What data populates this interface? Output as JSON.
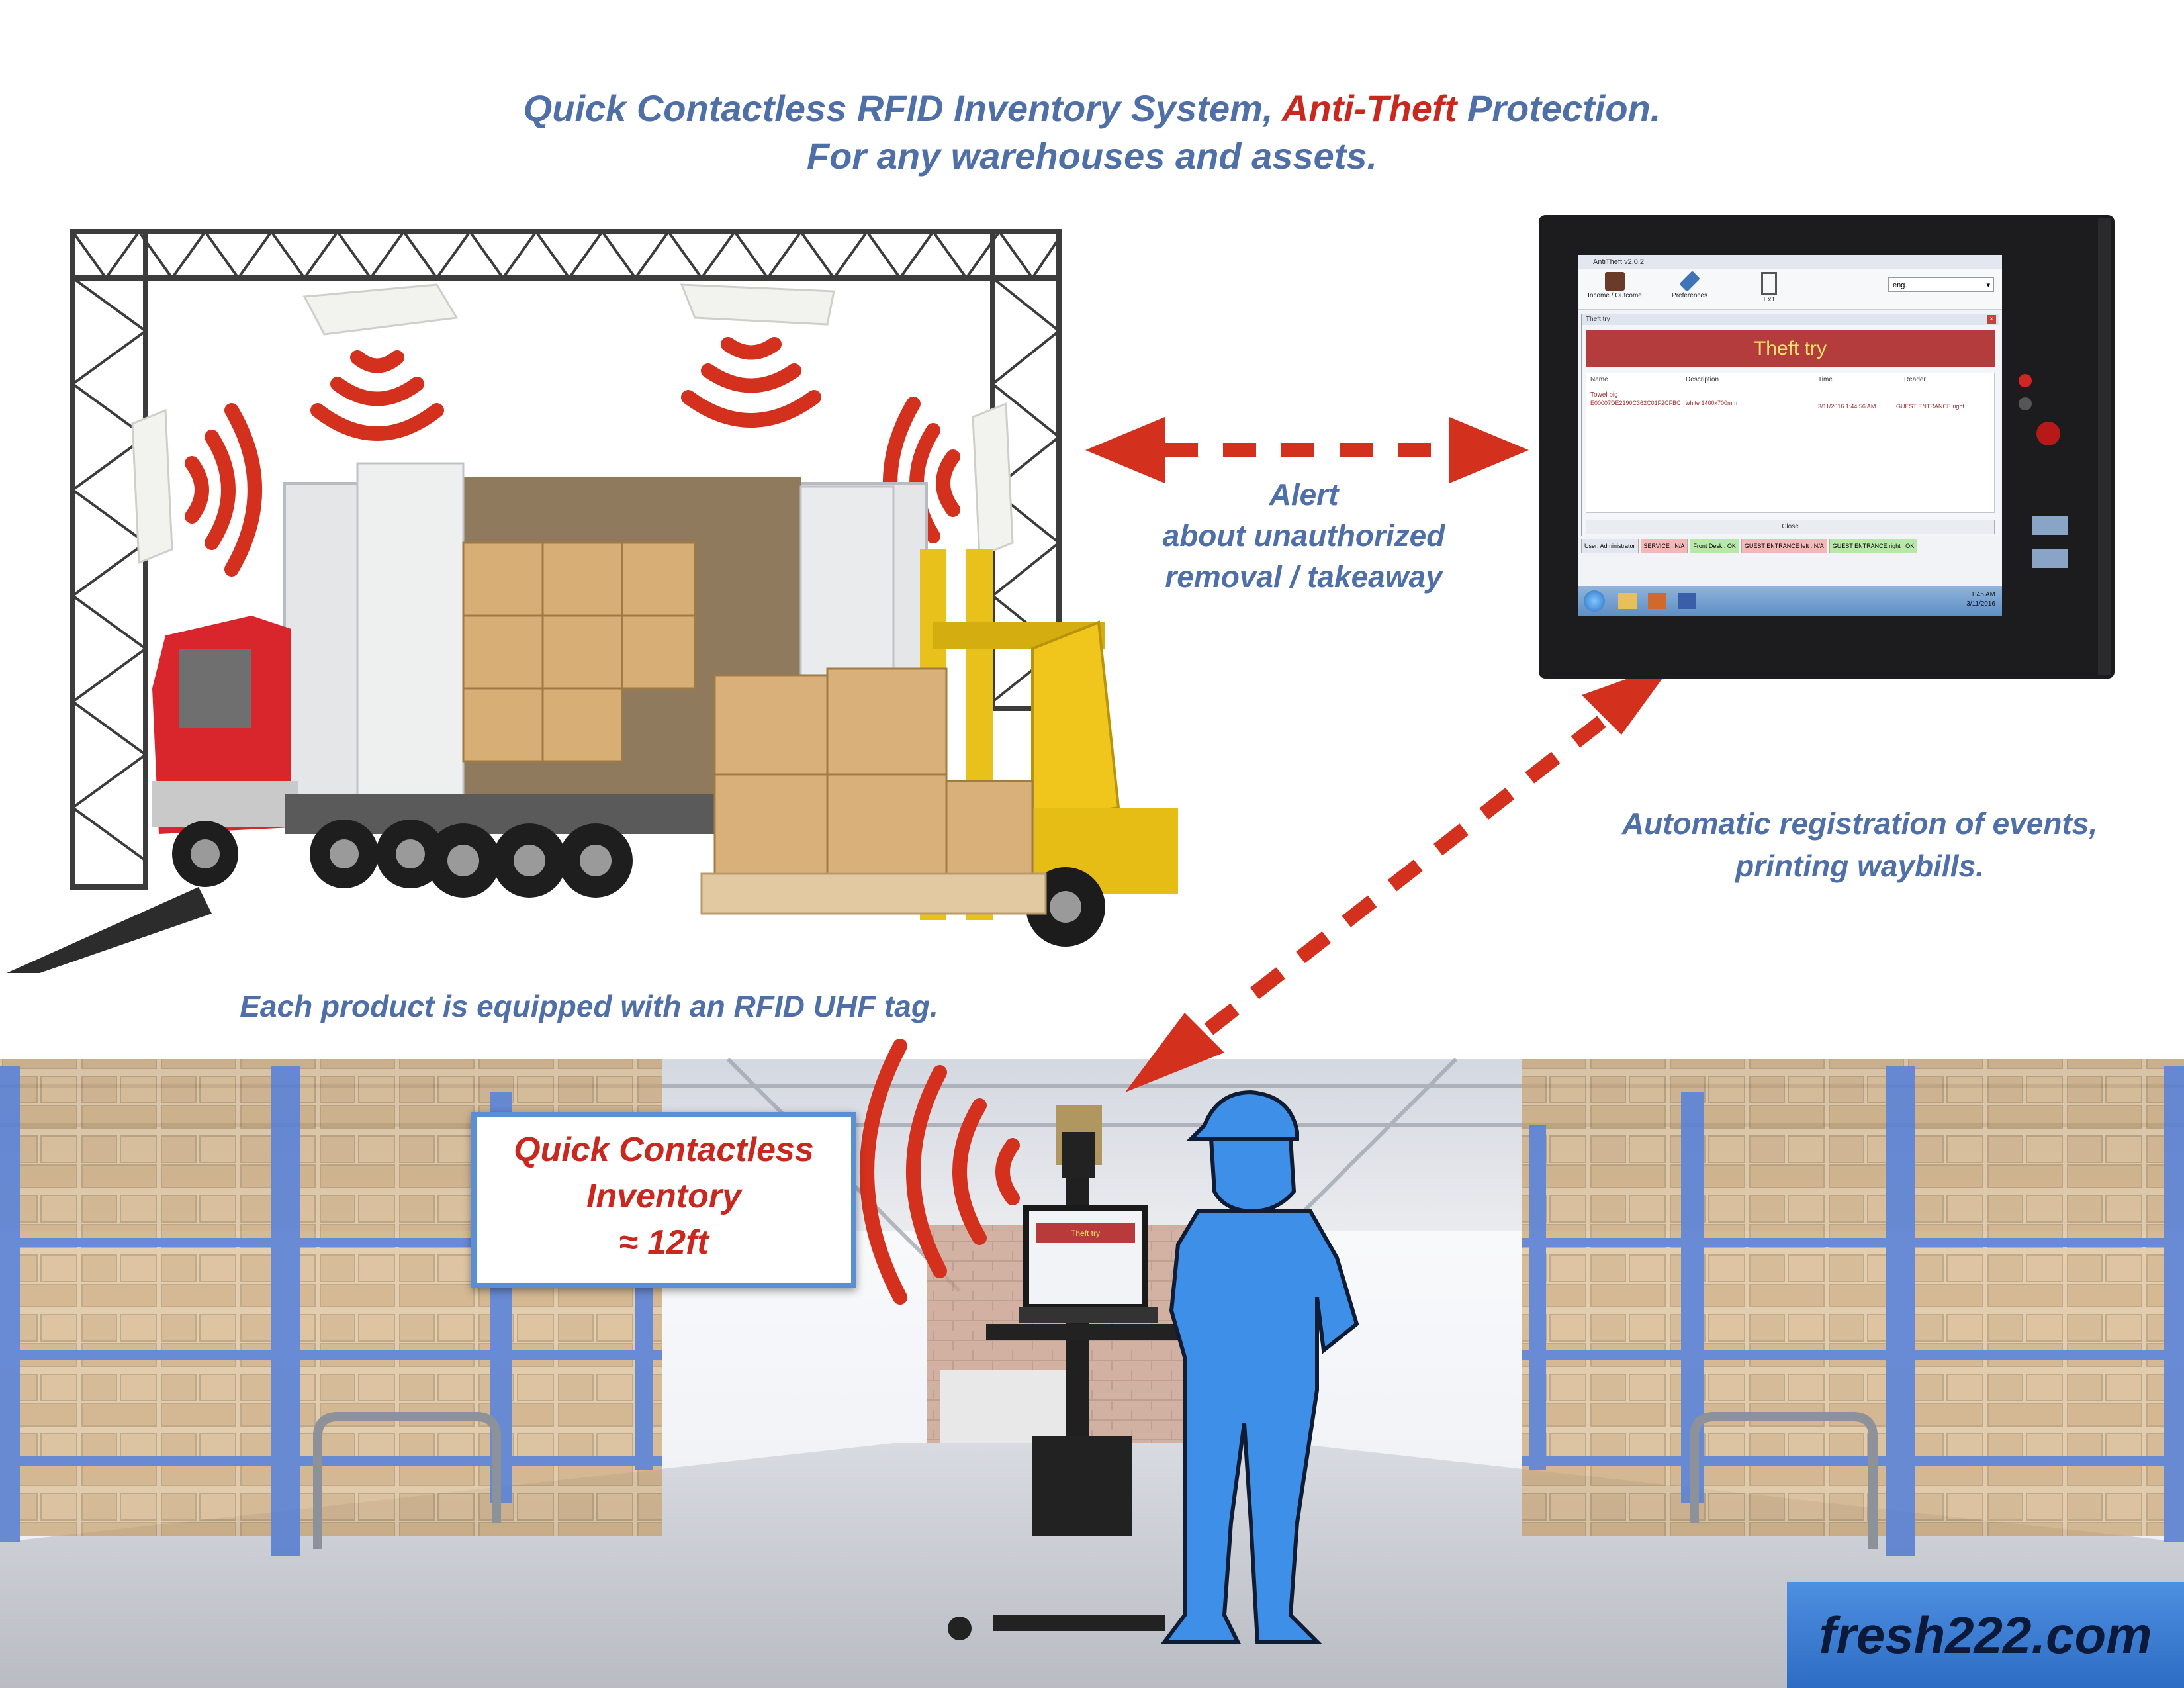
{
  "header": {
    "line1_before": "Quick Contactless RFID Inventory System, ",
    "line1_highlight": "Anti-Theft",
    "line1_after": " Protection.",
    "line2": "For any warehouses and assets."
  },
  "captions": {
    "alert": [
      "Alert",
      "about unauthorized",
      "removal / takeaway"
    ],
    "automatic": [
      "Automatic registration of events,",
      "printing waybills."
    ],
    "tag": "Each product is equipped with an RFID UHF tag."
  },
  "inventory_box": {
    "line1": "Quick Contactless",
    "line2": "Inventory",
    "line3": "≈ 12ft"
  },
  "monitor_screen": {
    "window_title": "AntiTheft v2.0.2",
    "toolbar": {
      "income": "Income / Outcome",
      "preferences": "Preferences",
      "exit": "Exit",
      "language": "eng."
    },
    "dialog_title": "Theft try",
    "banner": "Theft try",
    "columns": [
      "Name",
      "Description",
      "Time",
      "Reader"
    ],
    "row": {
      "name": "Towel big",
      "tag": "E00007DE2190C362C01F2CFBC",
      "description": "white 1400x700mm",
      "time": "3/11/2016 1:44:56 AM",
      "reader": "GUEST ENTRANCE right"
    },
    "close": "Close",
    "status": {
      "user": "User: Administrator",
      "service": "SERVICE : N/A",
      "front": "Front Desk : OK",
      "guest_left": "GUEST ENTRANCE left : N/A",
      "guest_right": "GUEST ENTRANCE right : OK"
    },
    "clock_time": "1:45 AM",
    "clock_date": "3/11/2016"
  },
  "laptop_screen": {
    "banner": "Theft try"
  },
  "brand": "fresh222.com",
  "colors": {
    "caption_blue": "#4f6fa8",
    "alert_red": "#c8281e",
    "worker_blue": "#3d8fe8",
    "shelf_blue": "#5a7fd0"
  }
}
